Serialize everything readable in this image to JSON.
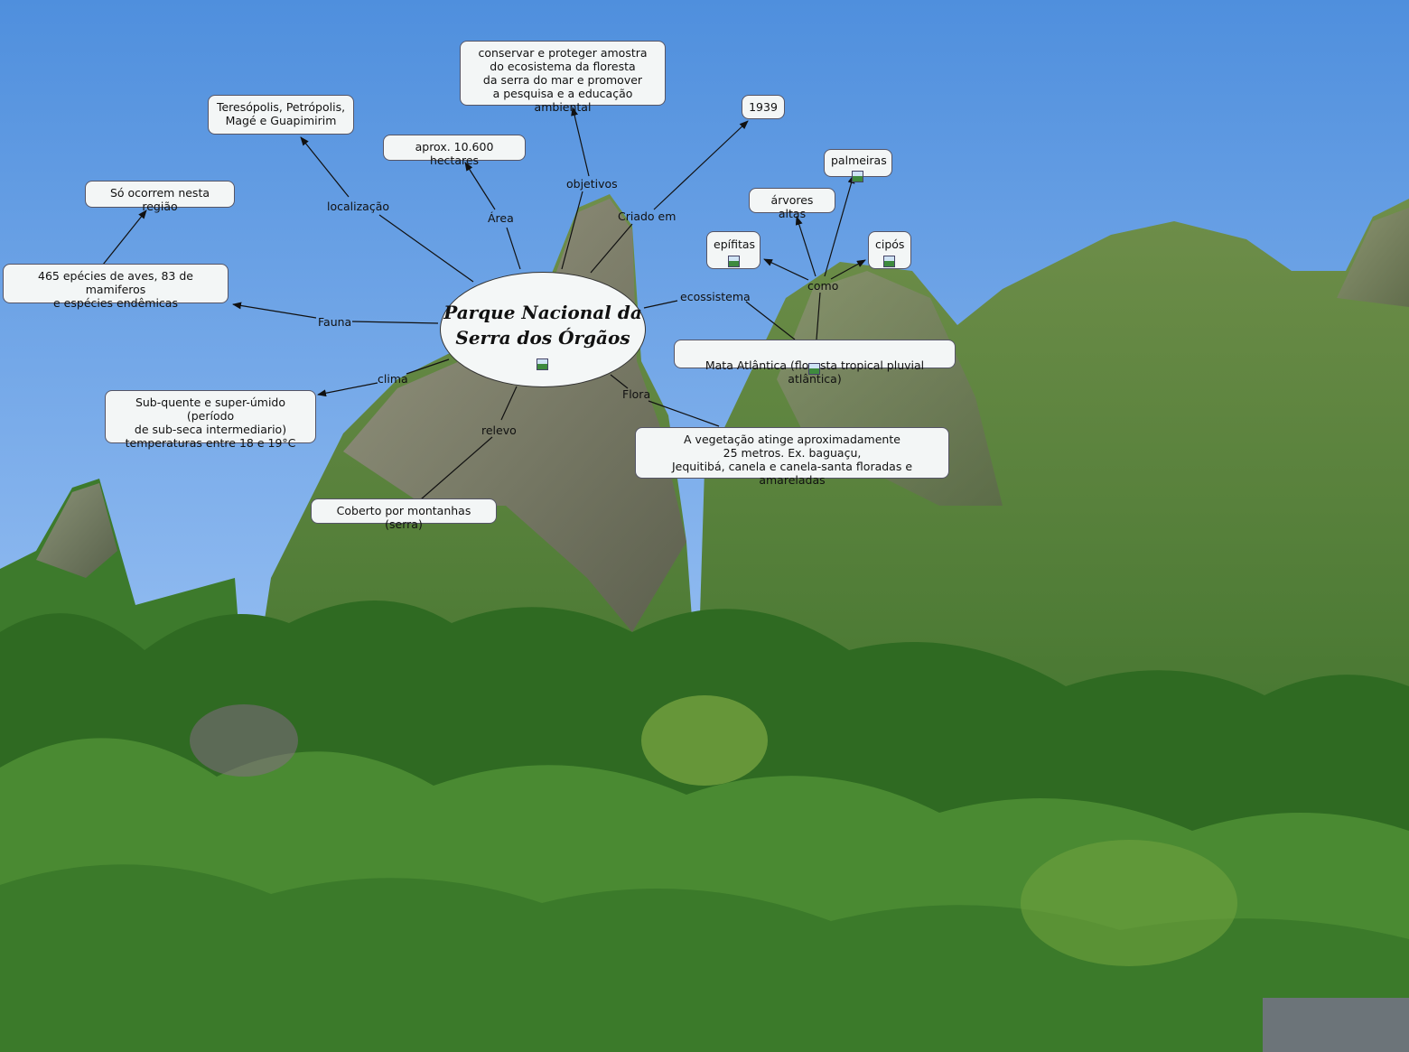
{
  "central": {
    "title": "Parque Nacional da\nSerra dos Órgãos"
  },
  "nodes": {
    "conservar": "conservar e proteger amostra\ndo ecosistema da floresta\nda serra do mar e promover\na pesquisa e a educação ambiental",
    "teresopolis": "Teresópolis, Petrópolis,\nMagé e Guapimirim",
    "area": "aprox. 10.600 hectares",
    "ano": "1939",
    "so_ocorrem": "Só ocorrem nesta região",
    "fauna": "465 epécies de aves, 83 de mamiferos\ne espécies endêmicas",
    "clima": "Sub-quente e super-úmido (período\nde sub-seca intermediario)\ntemperaturas entre 18 e 19°C",
    "relevo": "Coberto por montanhas (serra)",
    "flora": "A vegetação atinge aproximadamente\n25 metros. Ex. baguaçu,\nJequitibá, canela e canela-santa floradas e amareladas",
    "mata": "Mata Atlântica (floresta tropical pluvial atlântica)",
    "palmeiras": "palmeiras",
    "arvores": "árvores altas",
    "epifitas": "epífitas",
    "cipos": "cipós"
  },
  "labels": {
    "localizacao": "localização",
    "area": "Área",
    "objetivos": "objetivos",
    "criado_em": "Criado em",
    "fauna": "Fauna",
    "clima": "clima",
    "relevo": "relevo",
    "flora": "Flora",
    "ecossistema": "ecossistema",
    "como": "como"
  },
  "colors": {
    "sky_top": "#5d97de",
    "sky_bottom": "#a9c9ef",
    "forest": "#3f7a2a",
    "rock": "#7d7a70"
  }
}
